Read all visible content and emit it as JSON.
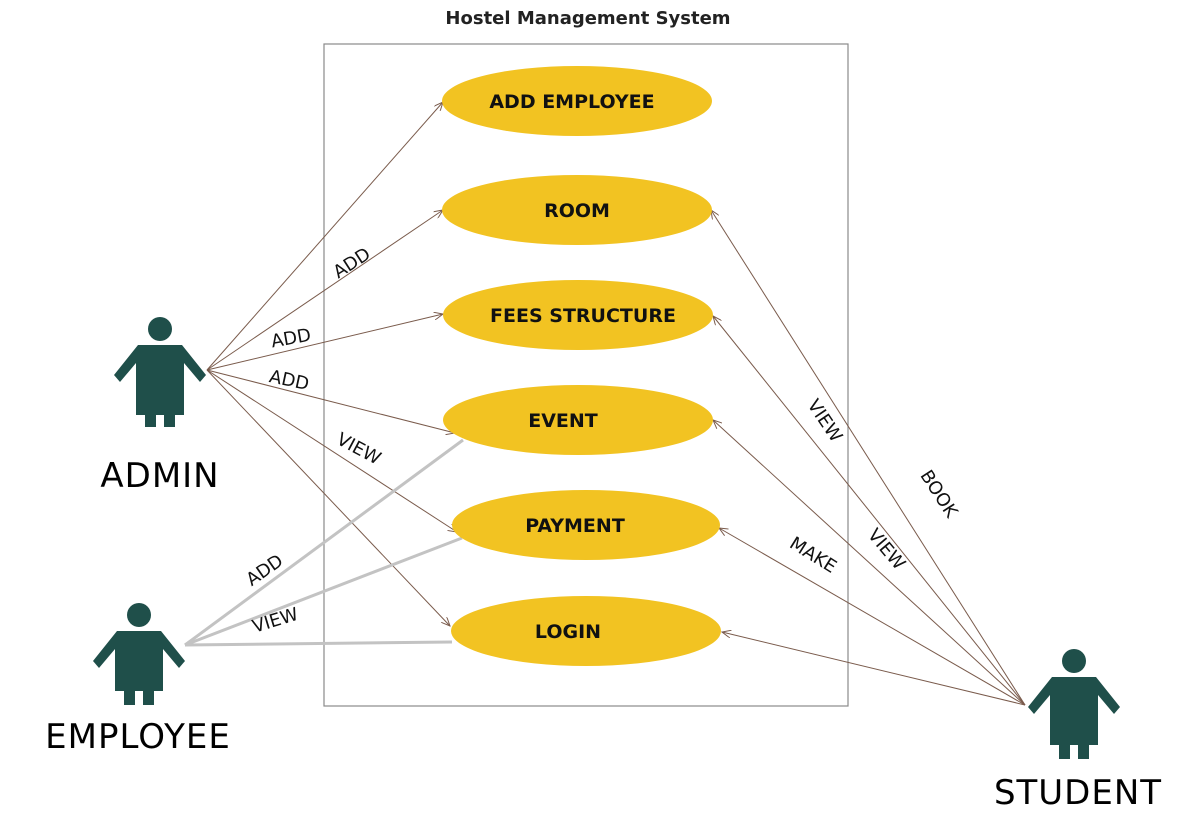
{
  "title": "Hostel Management System",
  "use_cases": [
    "ADD EMPLOYEE",
    "ROOM",
    "FEES STRUCTURE",
    "EVENT",
    "PAYMENT",
    "LOGIN"
  ],
  "actors": [
    "ADMIN",
    "EMPLOYEE",
    "STUDENT"
  ],
  "edge_labels": {
    "admin_room": "ADD",
    "admin_fees": "ADD",
    "admin_event": "ADD",
    "admin_payment": "VIEW",
    "employee_event": "ADD",
    "employee_payment": "VIEW",
    "student_fees": "VIEW",
    "student_room": "BOOK",
    "student_event": "VIEW",
    "student_payment": "MAKE"
  },
  "colors": {
    "usecase_fill": "#f2c322",
    "actor": "#1f4f4a",
    "edge": "#7a5b4c",
    "edge_thick": "#c3c3c3"
  }
}
